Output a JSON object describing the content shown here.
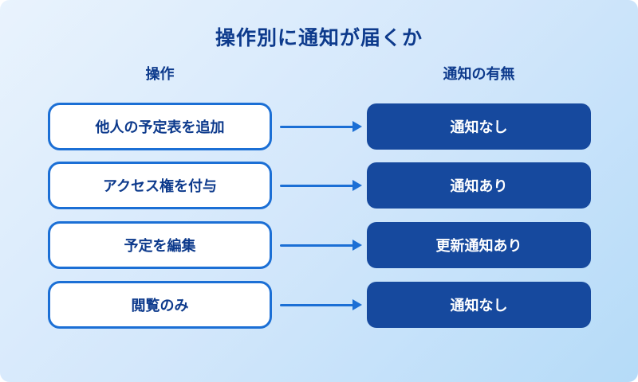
{
  "page": {
    "title": "操作別に通知が届くか",
    "columns": {
      "left_header": "操作",
      "right_header": "通知の有無"
    },
    "rows": [
      {
        "operation": "他人の予定表を追加",
        "notification": "通知なし"
      },
      {
        "operation": "アクセス権を付与",
        "notification": "通知あり"
      },
      {
        "operation": "予定を編集",
        "notification": "更新通知あり"
      },
      {
        "operation": "閲覧のみ",
        "notification": "通知なし"
      }
    ],
    "icons": {
      "arrow": "right-arrow-icon"
    },
    "colors": {
      "background_gradient_start": "#e9f3fd",
      "background_gradient_end": "#b5dbf8",
      "box_border": "#1b6fd5",
      "arrow": "#1b6fd5",
      "notification_box_fill": "#16499e",
      "text_dark": "#0d3a8c",
      "text_light": "#ffffff"
    }
  }
}
